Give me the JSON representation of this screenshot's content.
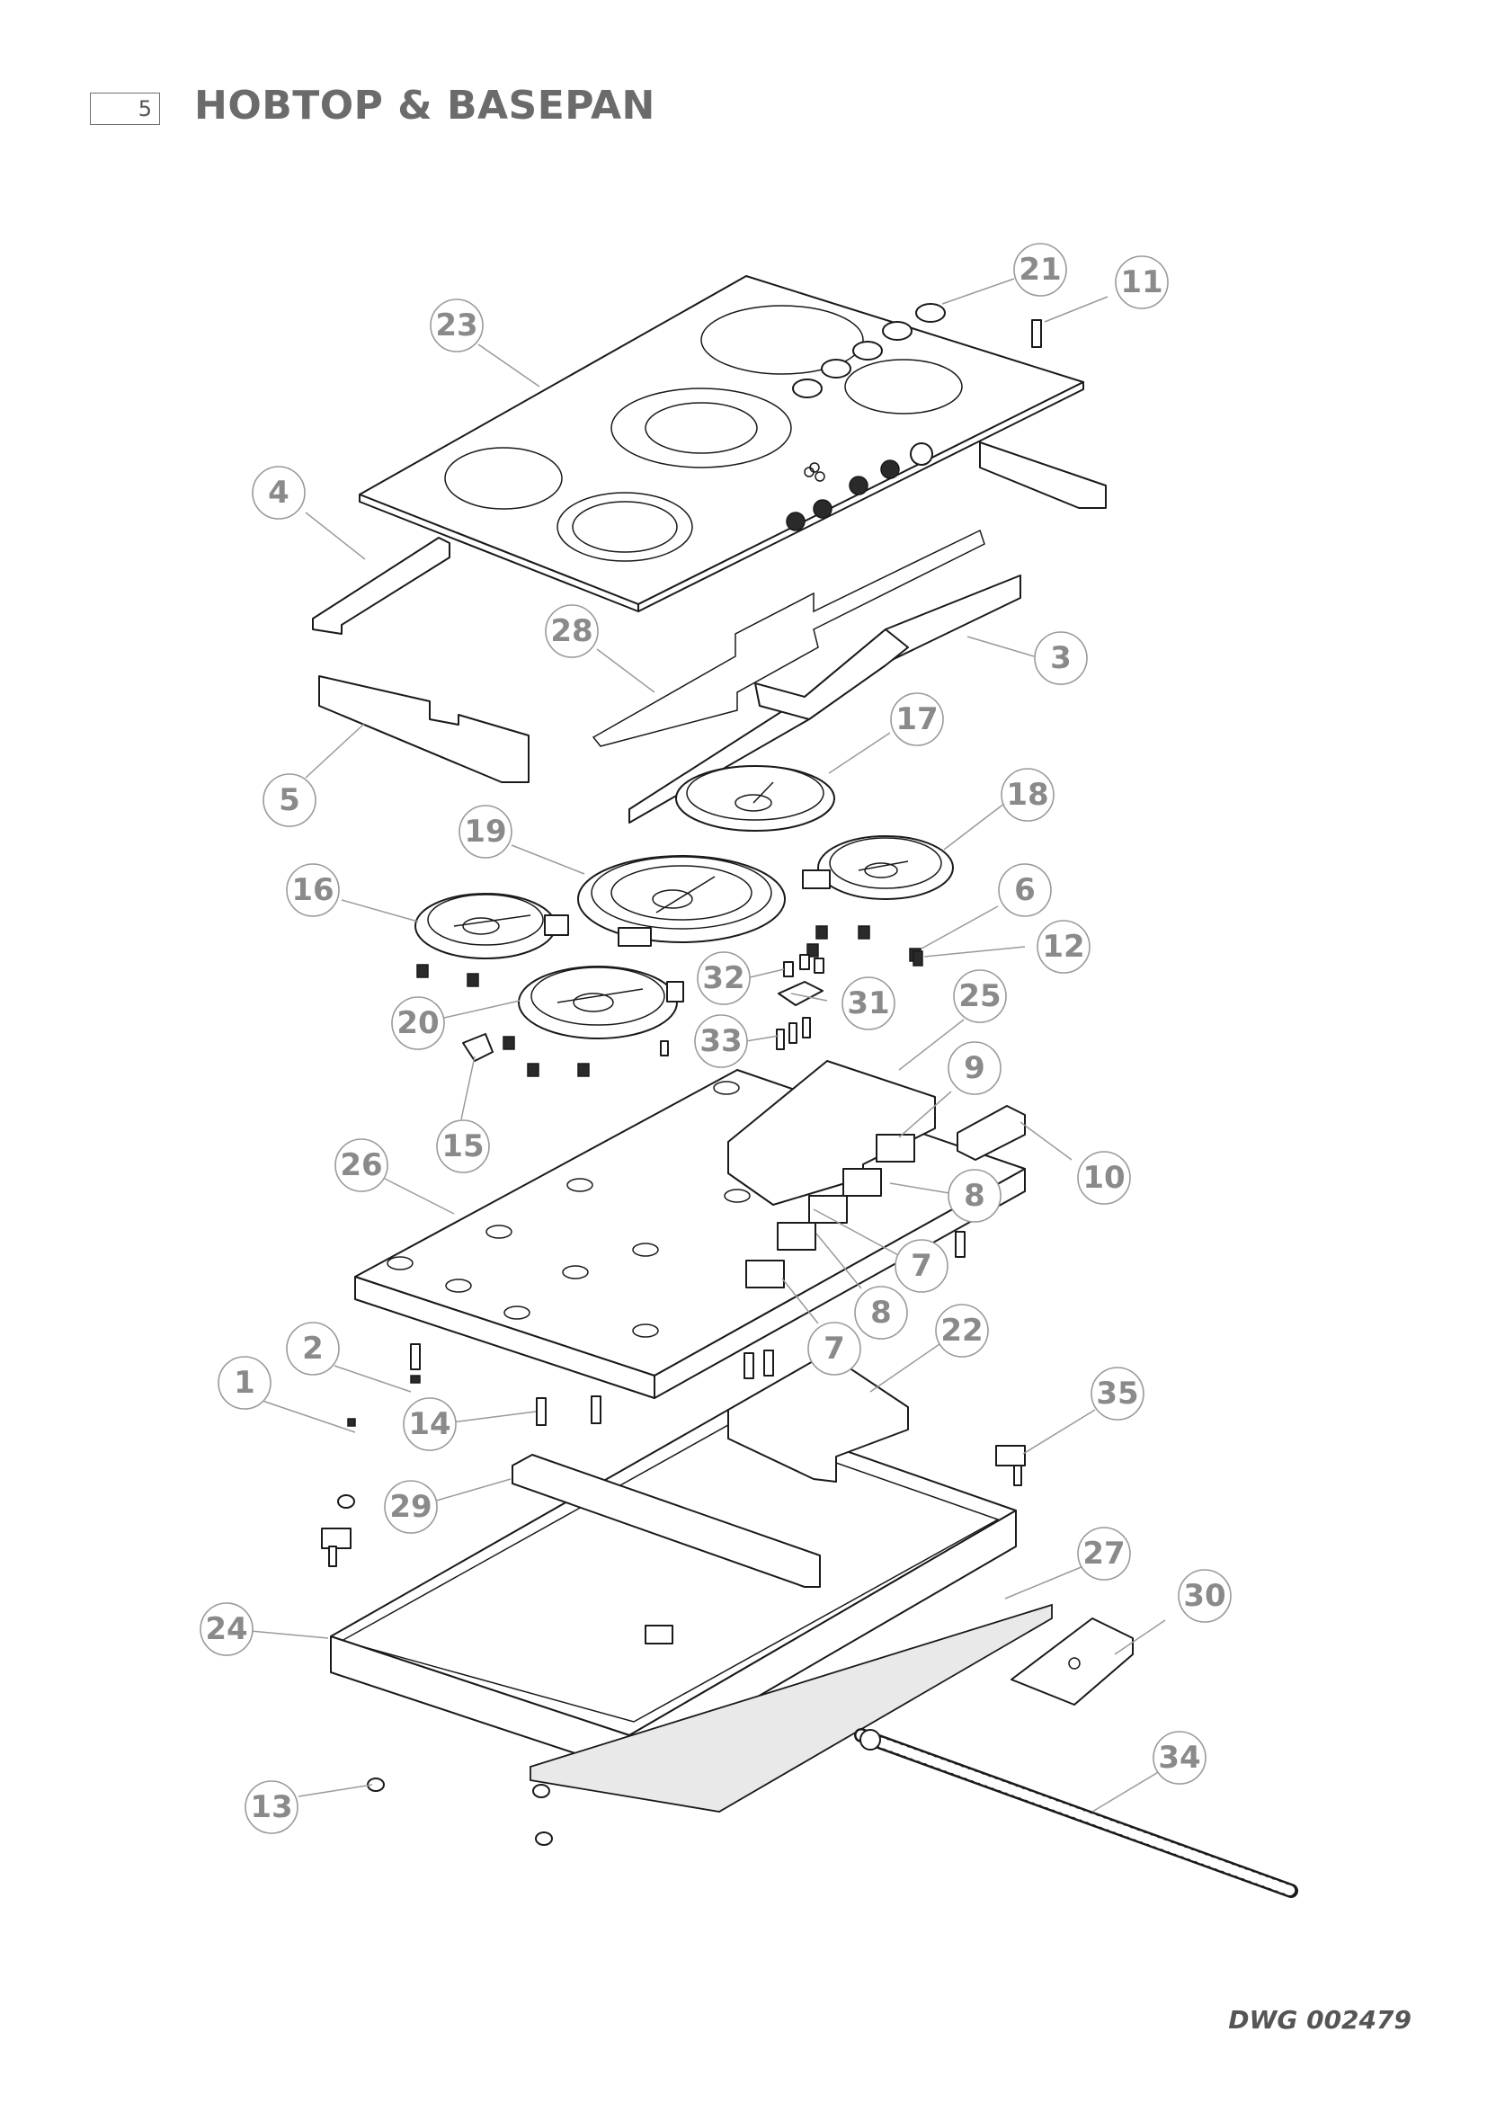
{
  "header": {
    "page_number": "5",
    "title": "HOBTOP & BASEPAN"
  },
  "footer": {
    "drawing_number": "DWG 002479"
  },
  "callouts": [
    {
      "label": "1"
    },
    {
      "label": "2"
    },
    {
      "label": "3"
    },
    {
      "label": "4"
    },
    {
      "label": "5"
    },
    {
      "label": "6"
    },
    {
      "label": "7"
    },
    {
      "label": "7"
    },
    {
      "label": "8"
    },
    {
      "label": "8"
    },
    {
      "label": "9"
    },
    {
      "label": "10"
    },
    {
      "label": "11"
    },
    {
      "label": "12"
    },
    {
      "label": "13"
    },
    {
      "label": "14"
    },
    {
      "label": "15"
    },
    {
      "label": "16"
    },
    {
      "label": "17"
    },
    {
      "label": "18"
    },
    {
      "label": "19"
    },
    {
      "label": "20"
    },
    {
      "label": "21"
    },
    {
      "label": "22"
    },
    {
      "label": "23"
    },
    {
      "label": "24"
    },
    {
      "label": "25"
    },
    {
      "label": "26"
    },
    {
      "label": "27"
    },
    {
      "label": "28"
    },
    {
      "label": "29"
    },
    {
      "label": "30"
    },
    {
      "label": "31"
    },
    {
      "label": "32"
    },
    {
      "label": "33"
    },
    {
      "label": "34"
    },
    {
      "label": "35"
    }
  ]
}
